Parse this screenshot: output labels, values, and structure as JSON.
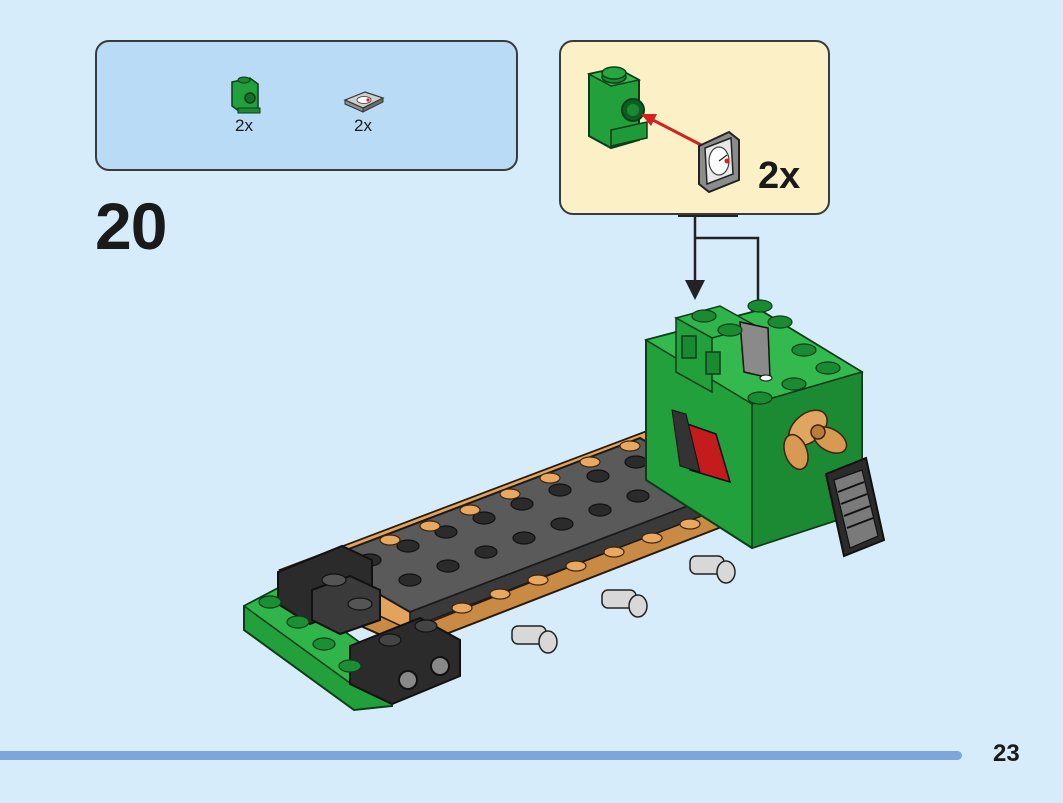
{
  "parts_list": {
    "items": [
      {
        "icon": "green-bracket-brick-icon",
        "quantity": "2x",
        "color": "#22a03c"
      },
      {
        "icon": "gauge-tile-icon",
        "quantity": "2x",
        "color": "#8c8c8c"
      }
    ]
  },
  "step": {
    "number": "20"
  },
  "callout": {
    "quantity": "2x"
  },
  "colors": {
    "page_background": "#d6ecfb",
    "parts_box": "#b9dbf6",
    "callout_box": "#fbf0c6",
    "footer_bar": "#7fa6da",
    "green": "#22a03c",
    "dark_gray": "#555555",
    "tan": "#e2a45c"
  },
  "page": {
    "number": "23"
  }
}
